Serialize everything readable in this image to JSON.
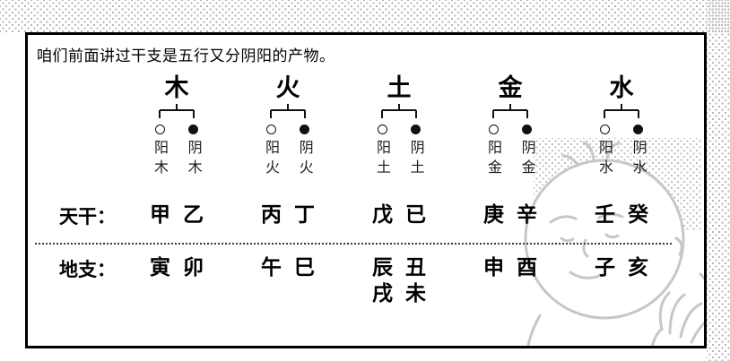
{
  "title": "咱们前面讲过干支是五行又分阴阳的产物。",
  "legend": {
    "yang_symbol": "○",
    "yin_symbol": "●"
  },
  "row_labels": {
    "tiangan": "天干：",
    "dizhi": "地支："
  },
  "elements": [
    {
      "name": "木",
      "yang_label": "阳木",
      "yin_label": "阴木",
      "tiangan": [
        "甲",
        "乙"
      ],
      "dizhi_row1": [
        "寅",
        "卯"
      ]
    },
    {
      "name": "火",
      "yang_label": "阳火",
      "yin_label": "阴火",
      "tiangan": [
        "丙",
        "丁"
      ],
      "dizhi_row1": [
        "午",
        "巳"
      ]
    },
    {
      "name": "土",
      "yang_label": "阳土",
      "yin_label": "阴土",
      "tiangan": [
        "戊",
        "已"
      ],
      "dizhi_row1": [
        "辰",
        "丑"
      ],
      "dizhi_row2": [
        "戌",
        "未"
      ]
    },
    {
      "name": "金",
      "yang_label": "阳金",
      "yin_label": "阴金",
      "tiangan": [
        "庚",
        "辛"
      ],
      "dizhi_row1": [
        "申",
        "酉"
      ]
    },
    {
      "name": "水",
      "yang_label": "阳水",
      "yin_label": "阴水",
      "tiangan": [
        "壬",
        "癸"
      ],
      "dizhi_row1": [
        "子",
        "亥"
      ]
    }
  ],
  "illustration": {
    "name": "cartoon-child-figure"
  }
}
